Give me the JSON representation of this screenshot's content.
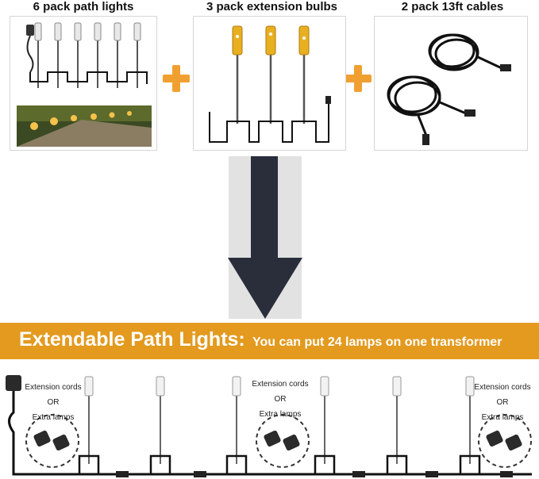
{
  "panels": [
    {
      "title": "6 pack path lights"
    },
    {
      "title": "3 pack extension bulbs"
    },
    {
      "title": "2 pack 13ft cables"
    }
  ],
  "banner": {
    "main": "Extendable Path Lights:",
    "sub": "You can put 24 lamps on one transformer"
  },
  "extension_labels": [
    {
      "line1": "Extension cords",
      "line2": "OR",
      "line3": "Extra lamps"
    },
    {
      "line1": "Extension cords",
      "line2": "OR",
      "line3": "Extra lamps"
    },
    {
      "line1": "Extension cords",
      "line2": "OR",
      "line3": "Extra lamps"
    }
  ],
  "colors": {
    "accent_orange": "#e39a1f",
    "plus_orange": "#f0a030",
    "arrow_dark": "#2a2d3a",
    "arrow_bg": "#e2e2e2",
    "bulb_amber": "#e8b020"
  },
  "icons": [
    "plus-icon",
    "down-arrow-icon",
    "transformer-icon",
    "connector-icon",
    "path-light-icon",
    "cable-coil-icon"
  ]
}
